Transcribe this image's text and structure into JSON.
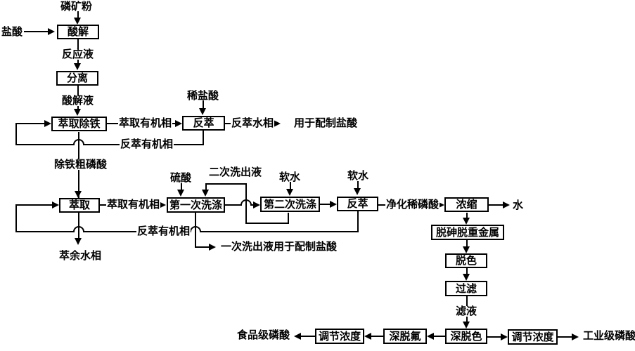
{
  "diagram": {
    "title_implied": "",
    "colors": {
      "line": "#000000",
      "background": "#ffffff",
      "text": "#000000"
    },
    "nodes": {
      "acid_decomposition": "酸解",
      "separation": "分离",
      "extraction_iron_removal": "萃取除铁",
      "back_extraction_1": "反萃",
      "extraction": "萃取",
      "first_washing": "第一次洗涤",
      "second_washing": "第二次洗涤",
      "back_extraction_2": "反萃",
      "concentration": "浓缩",
      "arsenic_heavy_metal_removal": "脱砷脱重金属",
      "decolorization": "脱色",
      "filtration": "过滤",
      "deep_decolorization": "深脱色",
      "deep_defluorination": "深脱氟",
      "adjust_concentration_food": "调节浓度",
      "adjust_concentration_industrial": "调节浓度"
    },
    "labels": {
      "phosphate_rock_powder": "磷矿粉",
      "hydrochloric_acid": "盐酸",
      "reaction_liquid": "反应液",
      "acidolysis_liquid": "酸解液",
      "dilute_hydrochloric_acid": "稀盐酸",
      "extracted_organic_phase_1": "萃取有机相",
      "stripped_aqueous_phase": "反萃水相",
      "used_for_hcl_preparation": "用于配制盐酸",
      "stripped_organic_phase_1": "反萃有机相",
      "iron_removed_crude_acid": "除铁粗磷酸",
      "sulfuric_acid": "硫酸",
      "second_wash_liquid": "二次洗出液",
      "soft_water_1": "软水",
      "soft_water_2": "软水",
      "extracted_organic_phase_2": "萃取有机相",
      "purified_dilute_acid": "净化稀磷酸",
      "water": "水",
      "stripped_organic_phase_2": "反萃有机相",
      "first_wash_liquid_note": "一次洗出液用于配制盐酸",
      "raffinate_aqueous_phase": "萃余水相",
      "filtrate": "滤液",
      "food_grade_acid": "食品级磷酸",
      "industrial_grade_acid": "工业级磷酸"
    }
  }
}
